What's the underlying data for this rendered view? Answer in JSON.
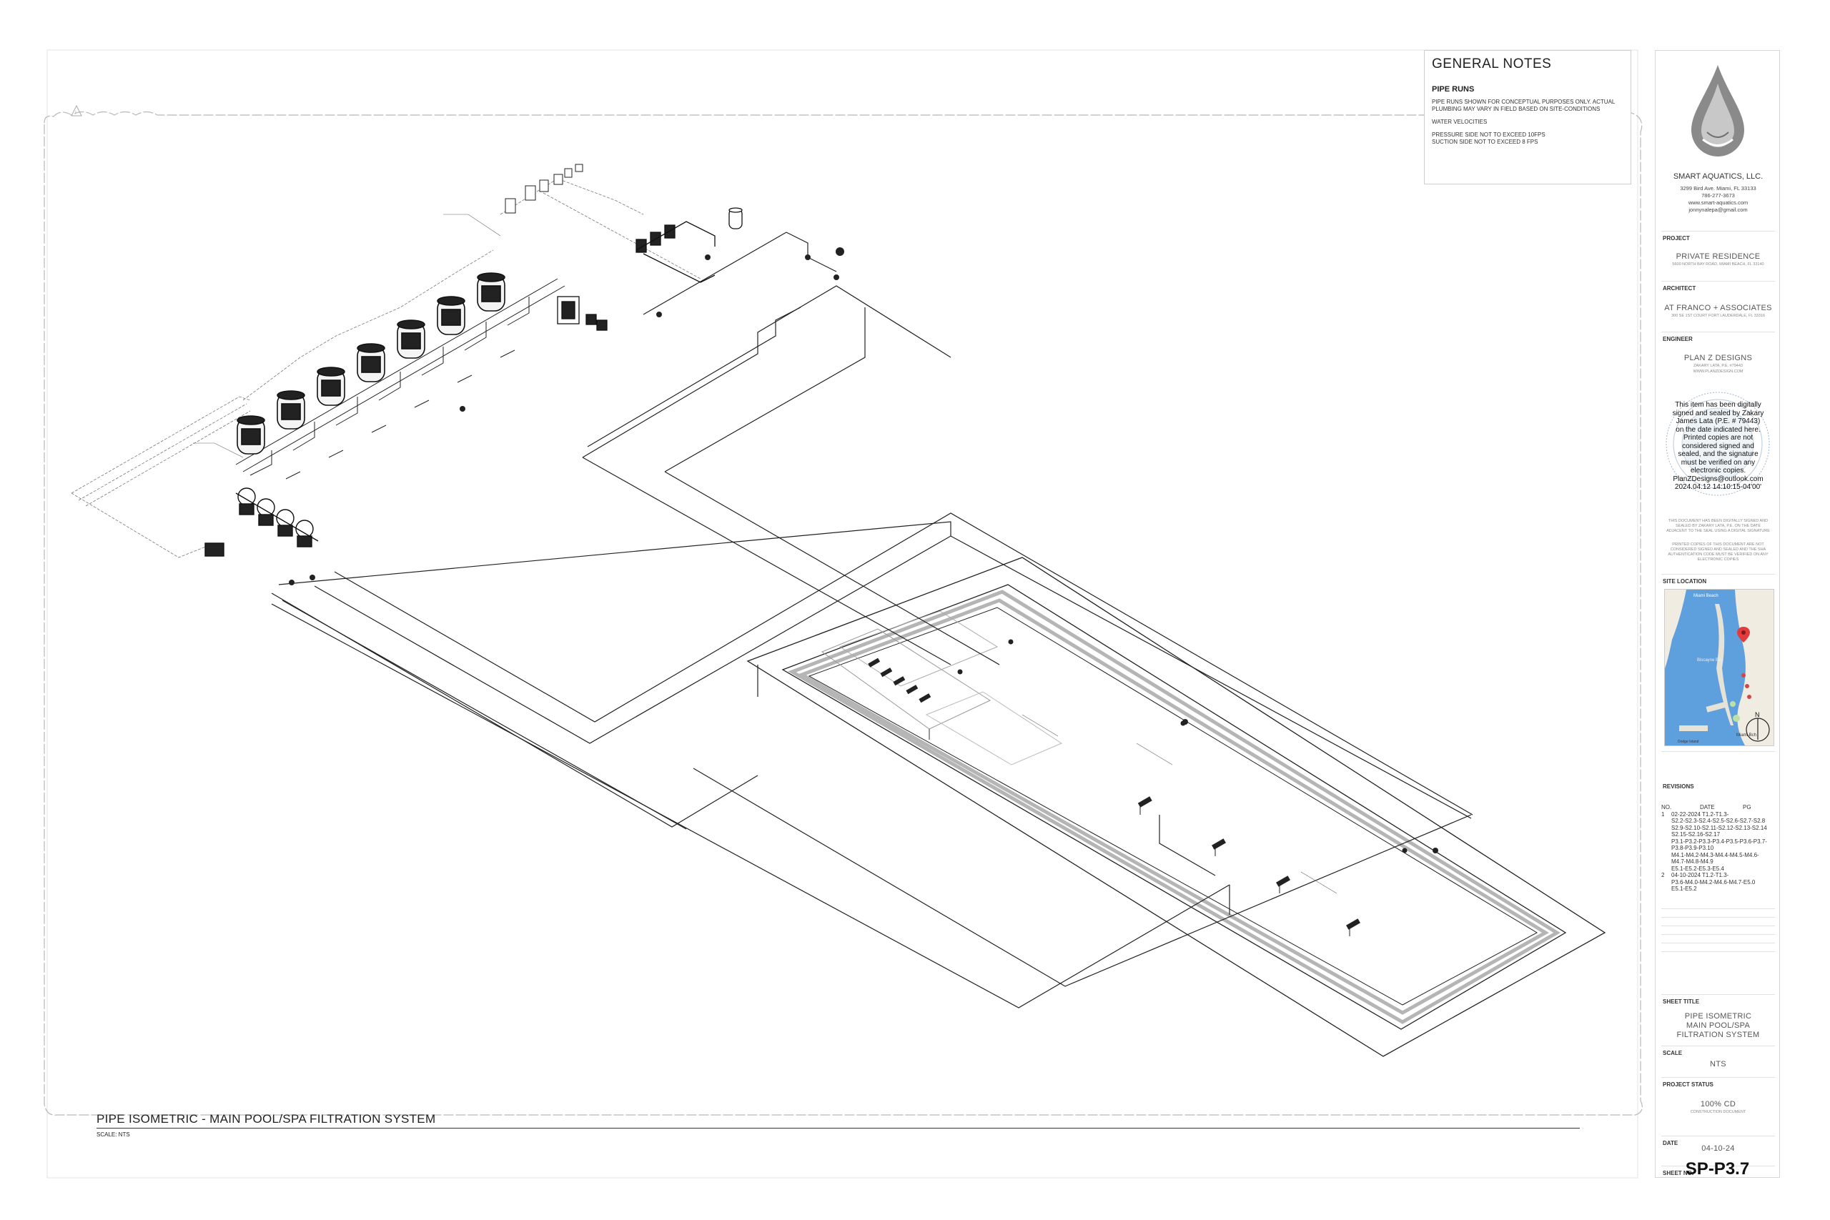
{
  "general_notes": {
    "title": "GENERAL NOTES",
    "pipe_runs_heading": "PIPE RUNS",
    "pipe_runs_lines": [
      "PIPE RUNS SHOWN FOR CONCEPTUAL PURPOSES ONLY. ACTUAL",
      "PLUMBING MAY VARY IN FIELD BASED ON SITE-CONDITIONS"
    ],
    "velocities_heading": "WATER VELOCITIES",
    "velocities_lines": [
      "PRESSURE SIDE NOT TO EXCEED 10FPS",
      "SUCTION SIDE NOT TO EXCEED 8 FPS"
    ]
  },
  "title_block": {
    "company": {
      "name": "SMART AQUATICS, LLC.",
      "address": "3299 Bird Ave. Miami, FL 33133",
      "phone": "786-277-3673",
      "website": "www.smart-aquatics.com",
      "email": "jonnynalepa@gmail.com"
    },
    "project_label": "PROJECT",
    "project_name": "PRIVATE RESIDENCE",
    "project_address": "5600 NORTH BAY ROAD, MIAMI BEACH, FL 33140",
    "architect_label": "ARCHITECT",
    "architect_name": "AT FRANCO + ASSOCIATES",
    "architect_address": "300 SE 1ST COURT FORT LAUDERDALE, FL 33316",
    "engineer_label": "ENGINEER",
    "engineer_name": "PLAN Z DESIGNS",
    "engineer_line1": "ZAKARY LATA, P.E. #79443",
    "engineer_line2": "WWW.PLANZDESIGN.COM",
    "stamp_lines": [
      "This item has been digitally",
      "signed and sealed by Zakary",
      "James Lata (P.E. # 79443)",
      "on the date indicated here.",
      "Printed copies are not",
      "considered signed and",
      "sealed, and the signature",
      "must be verified on any",
      "electronic copies.",
      "PlanZDesigns@outlook.com",
      "2024.04.12 14:10:15-04'00'"
    ],
    "disclaimer_1": [
      "THIS DOCUMENT HAS BEEN DIGITALLY SIGNED AND",
      "SEALED BY ZAKARY LATA, P.E. ON THE DATE",
      "ADJACENT TO THE SEAL USING A DIGITAL SIGNATURE"
    ],
    "disclaimer_2": [
      "PRINTED COPIES OF THIS DOCUMENT ARE NOT",
      "CONSIDERED SIGNED AND SEALED AND THE SHA",
      "AUTHENTICATION CODE MUST BE VERIFIED ON ANY",
      "ELECTRONIC COPIES"
    ],
    "site_location_label": "SITE LOCATION",
    "map_labels": [
      "Miami Beach",
      "Miami Bch",
      "Biscayne Bay",
      "Dodge Island"
    ],
    "map_north": "N",
    "revisions_label": "REVISIONS",
    "revisions_headers": {
      "no": "NO.",
      "date": "DATE",
      "pg": "PG"
    },
    "revisions": [
      {
        "no": "1",
        "lines": [
          "02-22-2024     T1.2-T1.3-",
          "S2.2-S2.3-S2.4-S2.5-S2.6-S2.7-S2.8",
          "S2.9-S2.10-S2.11-S2.12-S2.13-S2.14",
          "S2.15-S2.16-S2.17",
          "P3.1-P3.2-P3.3-P3.4-P3.5-P3.6-P3.7-",
          "P3.8-P3.9-P3.10",
          "M4.1-M4.2-M4.3-M4.4-M4.5-M4.6-",
          "M4.7-M4.8-M4.9",
          "E5.1-E5.2-E5.3-E5.4"
        ]
      },
      {
        "no": "2",
        "lines": [
          "04-10-2024     T1.2-T1.3-",
          "P3.6-M4.0-M4.2-M4.6-M4.7-E5.0",
          "E5.1-E5.2"
        ]
      }
    ],
    "sheet_title_label": "SHEET TITLE",
    "sheet_title_lines": [
      "PIPE ISOMETRIC",
      "MAIN POOL/SPA",
      "FILTRATION SYSTEM"
    ],
    "scale_label": "SCALE",
    "scale_value": "NTS",
    "status_label": "PROJECT STATUS",
    "status_value": "100% CD",
    "status_sub": "CONSTRUCTION DOCUMENT",
    "date_label": "DATE",
    "date_value": "04-10-24",
    "sheet_no_label": "SHEET NO.",
    "sheet_no_value": "SP-P3.7"
  },
  "drawing": {
    "title": "PIPE ISOMETRIC - MAIN POOL/SPA FILTRATION SYSTEM",
    "scale": "SCALE: NTS"
  },
  "colors": {
    "line": "#222222",
    "pool_deck": "#b5b5b5",
    "border": "#d0d0d0",
    "map_water": "#5ea0de",
    "map_land": "#f1ece2",
    "map_park": "#bde0a6",
    "logo_drop": "#8a8a8a"
  },
  "icons": [
    "water-drop-logo-icon",
    "engineer-seal-icon",
    "map-pin-icon",
    "north-arrow-icon",
    "warning-triangle-icon"
  ]
}
